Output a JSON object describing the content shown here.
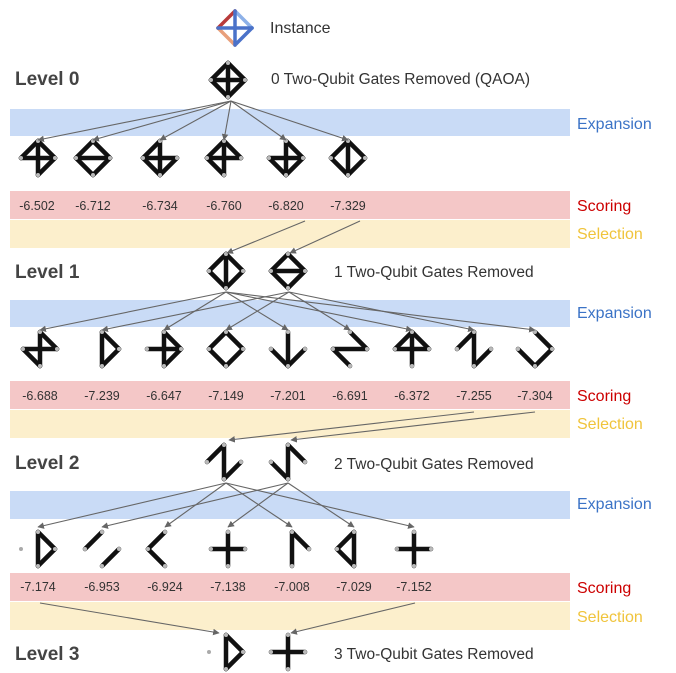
{
  "instance_label": "Instance",
  "bands": {
    "expansion": "Expansion",
    "scoring": "Scoring",
    "selection": "Selection"
  },
  "colors": {
    "expansion": "#3b73c6",
    "scoring": "#cc0000",
    "selection": "#f0c43c",
    "expansion_band": "#c9dbf6",
    "scoring_band": "#f4c7c7",
    "selection_band": "#fcefcc",
    "instance_red": "#b83a3a",
    "instance_blue": "#4a72c9",
    "instance_orange": "#e89f7b",
    "instance_lightblue": "#8db1e8"
  },
  "levels": [
    {
      "label": "Level 0",
      "description": "0 Two-Qubit Gates Removed (QAOA)"
    },
    {
      "label": "Level 1",
      "description": "1 Two-Qubit Gates Removed"
    },
    {
      "label": "Level 2",
      "description": "2 Two-Qubit Gates Removed"
    },
    {
      "label": "Level 3",
      "description": "3 Two-Qubit Gates Removed"
    }
  ],
  "scores": [
    [
      "-6.502",
      "-6.712",
      "-6.734",
      "-6.760",
      "-6.820",
      "-7.329"
    ],
    [
      "-6.688",
      "-7.239",
      "-6.647",
      "-7.149",
      "-7.201",
      "-6.691",
      "-6.372",
      "-7.255",
      "-7.304"
    ],
    [
      "-7.174",
      "-6.953",
      "-6.924",
      "-7.138",
      "-7.008",
      "-7.029",
      "-7.152"
    ]
  ]
}
